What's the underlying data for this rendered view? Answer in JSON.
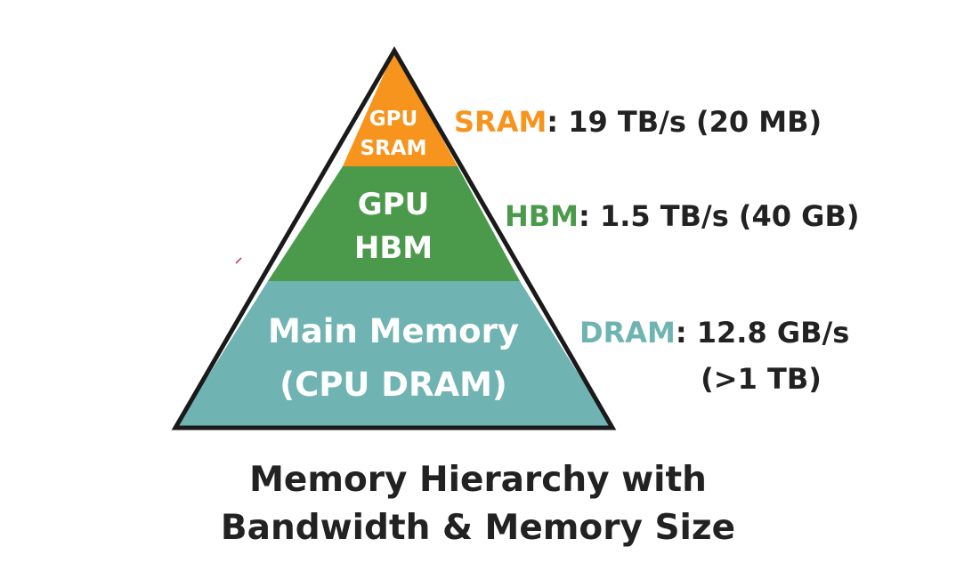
{
  "colors": {
    "sram": "#f7941d",
    "hbm": "#4b9a4b",
    "dram": "#6fb3b3",
    "outline": "#1a1a1a",
    "text": "#222222",
    "tier_text": "#ffffff"
  },
  "pyramid": {
    "tiers": [
      {
        "id": "sram",
        "lines": [
          "GPU",
          "SRAM"
        ]
      },
      {
        "id": "hbm",
        "lines": [
          "GPU",
          "HBM"
        ]
      },
      {
        "id": "dram",
        "lines": [
          "Main Memory",
          "(CPU DRAM)"
        ]
      }
    ]
  },
  "annotations": [
    {
      "id": "sram",
      "name": "SRAM",
      "text": ": 19 TB/s (20 MB)"
    },
    {
      "id": "hbm",
      "name": "HBM",
      "text": ": 1.5 TB/s (40 GB)"
    },
    {
      "id": "dram",
      "name": "DRAM",
      "text": ": 12.8 GB/s",
      "extra": "(>1 TB)"
    }
  ],
  "caption": {
    "line1": "Memory Hierarchy with",
    "line2": "Bandwidth & Memory Size"
  }
}
